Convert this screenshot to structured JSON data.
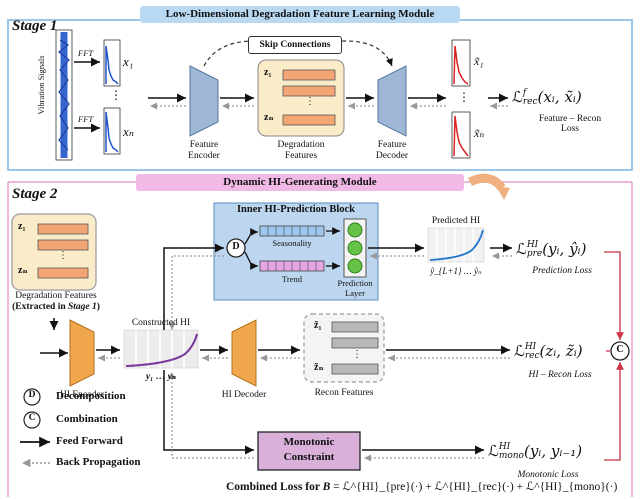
{
  "colors": {
    "stage1_border": "#7ab3e0",
    "stage2_border": "#e6a0cf",
    "stage1_title_bg": "#b9d8f2",
    "stage2_title_bg": "#f0b9e6",
    "inner_block_bg": "#bcd6ef",
    "feature_box_bg": "#fbecc9",
    "bar_fill": "#f4a574",
    "bar_fill_gray": "#b8b8b8",
    "encoder_fill": "#9db7d4",
    "hi_encoder_fill": "#f0a64a",
    "monotonic_bg": "#d9b0d9",
    "signal_blue": "#2255cc",
    "signal_red": "#dd2222",
    "hi_curve": "#7a3aa0",
    "pred_curve": "#2277cc",
    "combine_arrow": "#f0b080",
    "connector_red": "#cc3344",
    "prediction_circle": "#66c247"
  },
  "stage1": {
    "label": "Stage 1",
    "title": "Low-Dimensional Degradation Feature Learning Module",
    "vibration_label": "Vibration Signals",
    "fft_label_1": "FFT",
    "fft_label_2": "FFT",
    "x1": "x₁",
    "xn": "xₙ",
    "dots": "⋮",
    "skip_connections": "Skip Connections",
    "encoder_label_1": "Feature",
    "encoder_label_2": "Encoder",
    "features_label_1": "Degradation",
    "features_label_2": "Features",
    "decoder_label_1": "Feature",
    "decoder_label_2": "Decoder",
    "z1": "z₁",
    "zn": "zₙ",
    "x1_tilde": "x̃₁",
    "xn_tilde": "x̃ₙ",
    "loss_main": "ℒ",
    "loss_sup": "f",
    "loss_sub": "rec",
    "loss_args": "(xᵢ, x̃ᵢ)",
    "loss_caption_1": "Feature – Recon",
    "loss_caption_2": "Loss"
  },
  "stage2": {
    "label": "Stage 2",
    "title": "Dynamic HI-Generating Module",
    "inner_block_title": "Inner HI-Prediction Block",
    "decomp_symbol": "D",
    "seasonality": "Seasonality",
    "trend": "Trend",
    "prediction_layer_1": "Prediction",
    "prediction_layer_2": "Layer",
    "predicted_hi": "Predicted HI",
    "predicted_range": "ŷ_{L+1} … ŷₙ",
    "degradation_features_label_1": "Degradation Features",
    "degradation_features_label_2": "(Extracted in ",
    "degradation_features_label_stage": "Stage 1",
    "degradation_features_label_3": ")",
    "z1": "z₁",
    "zn": "zₙ",
    "constructed_hi": "Constructed HI",
    "y_range": "y₁ … yₙ",
    "hi_encoder": "HI Encoder",
    "hi_decoder": "HI Decoder",
    "recon_features": "Recon Features",
    "z1_tilde": "z̃₁",
    "zn_tilde": "z̃ₙ",
    "monotonic_1": "Monotonic",
    "monotonic_2": "Constraint",
    "combine_symbol": "C",
    "loss_pre_args": "(yᵢ, ŷᵢ)",
    "loss_pre_caption": "Prediction Loss",
    "loss_rec_args": "(zᵢ, z̃ᵢ)",
    "loss_rec_caption": "HI – Recon Loss",
    "loss_mono_args": "(yᵢ, yᵢ₋₁)",
    "loss_mono_caption": "Monotonic Loss",
    "loss_sup": "HI",
    "loss_sub_pre": "pre",
    "loss_sub_rec": "rec",
    "loss_sub_mono": "mono",
    "combined_loss_prefix": "Combined Loss for ",
    "combined_loss_B": "B",
    "combined_loss_eq": " = ℒ^{HI}_{pre}(·) + ℒ^{HI}_{rec}(·) + ℒ^{HI}_{mono}(·)"
  },
  "legend": {
    "decomposition_symbol": "D",
    "decomposition": "Decomposition",
    "combination_symbol": "C",
    "combination": "Combination",
    "feed_forward": "Feed Forward",
    "back_propagation": "Back Propagation"
  }
}
